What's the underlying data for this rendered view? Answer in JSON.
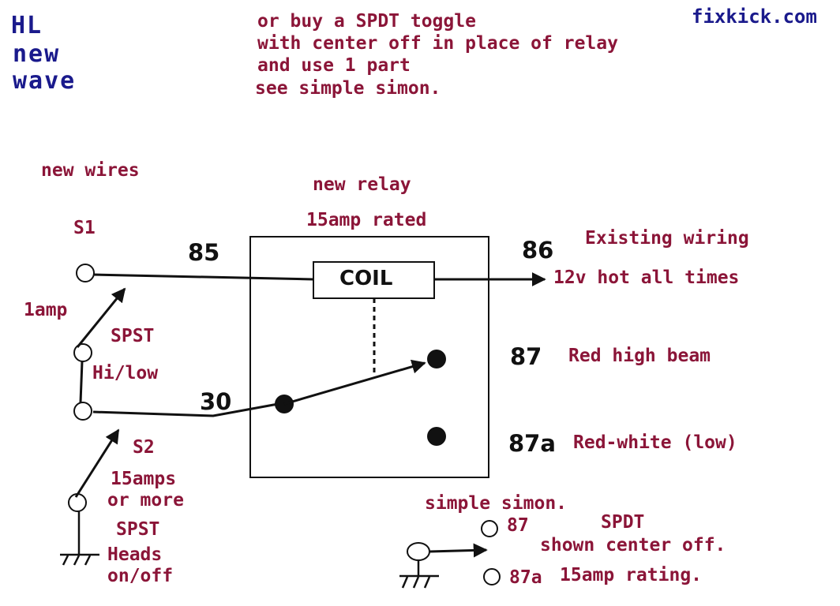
{
  "brand": {
    "line1": "HL",
    "line2": "new",
    "line3": "wave"
  },
  "site": "fixkick.com",
  "note": {
    "line1": "or buy  a SPDT toggle",
    "line2": "with center off in place of relay",
    "line3": "and use 1 part",
    "line4": "see simple simon."
  },
  "left": {
    "new_wires": "new wires",
    "s1": "S1",
    "amp1": "1amp",
    "spst1": "SPST",
    "hilow": "Hi/low",
    "s2": "S2",
    "amps15": "15amps",
    "or_more": "or more",
    "spst2": "SPST",
    "heads": "Heads",
    "onoff": "on/off"
  },
  "relay": {
    "title": "new relay",
    "rating": "15amp rated",
    "coil": "COIL",
    "pin85": "85",
    "pin86": "86",
    "pin30": "30",
    "pin87": "87",
    "pin87a": "87a"
  },
  "right": {
    "existing": "Existing wiring",
    "hot": "12v hot all times",
    "high": "Red high beam",
    "low": "Red-white (low)"
  },
  "simon": {
    "title": "simple simon.",
    "pin87": "87",
    "pin87a": "87a",
    "spdt": "SPDT",
    "center": "shown center off.",
    "rating": "15amp rating."
  },
  "colors": {
    "navy": "#1a1a8c",
    "maroon": "#8b1538",
    "line": "#111111"
  }
}
